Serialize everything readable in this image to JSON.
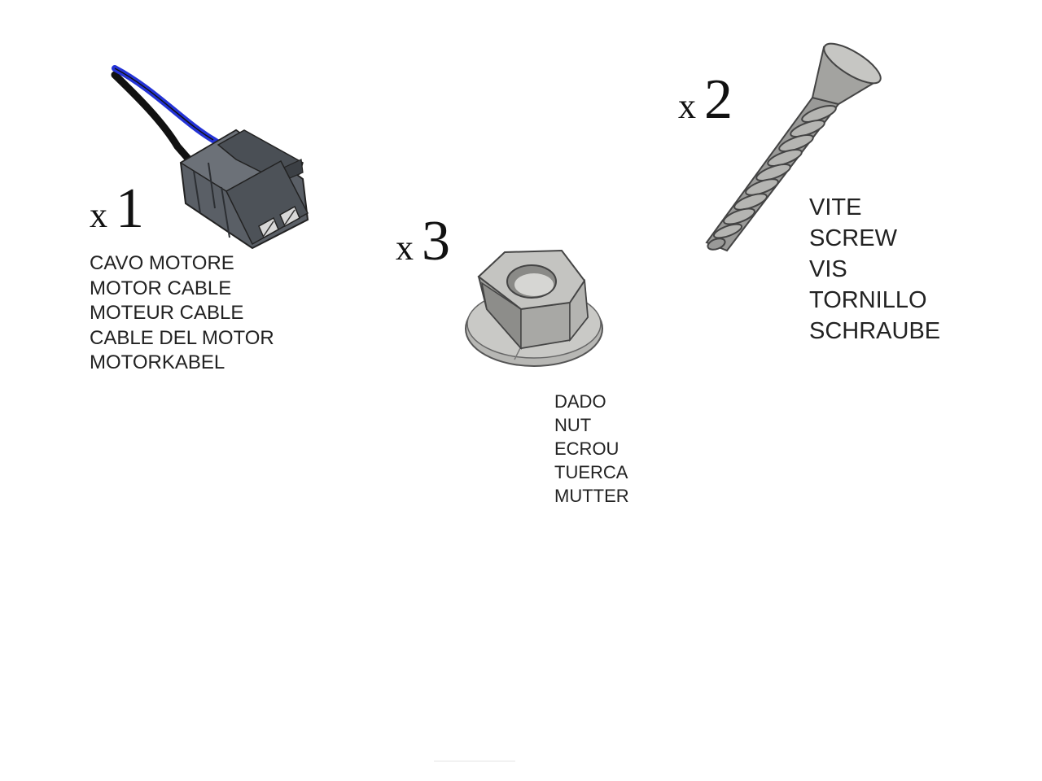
{
  "parts": {
    "cable": {
      "qty_prefix": "x",
      "qty": "1",
      "labels": [
        "CAVO MOTORE",
        "MOTOR CABLE",
        "MOTEUR CABLE",
        "CABLE DEL MOTOR",
        "MOTORKABEL"
      ],
      "icon": "motor-cable-connector"
    },
    "nut": {
      "qty_prefix": "x",
      "qty": "3",
      "labels": [
        "DADO",
        "NUT",
        "ECROU",
        "TUERCA",
        "MUTTER"
      ],
      "icon": "flange-nut"
    },
    "screw": {
      "qty_prefix": "x",
      "qty": "2",
      "labels": [
        "VITE",
        "SCREW",
        "VIS",
        "TORNILLO",
        "SCHRAUBE"
      ],
      "icon": "countersunk-screw"
    }
  },
  "colors": {
    "wire_blue": "#2433d6",
    "wire_black": "#111111",
    "connector_gray": "#555a60",
    "metal_gray": "#a9a9a6"
  }
}
